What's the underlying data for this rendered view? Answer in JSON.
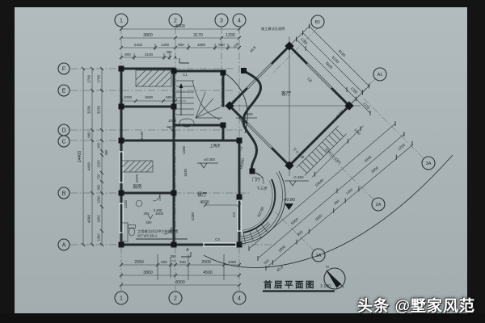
{
  "frame": {
    "watermark_prefix": "头条",
    "watermark_handle": "@墅家风范"
  },
  "title": {
    "text": "首层平面图",
    "scale": "1:100"
  },
  "north": {
    "label": "N"
  },
  "grid": {
    "top": [
      "1",
      "2",
      "3",
      "4"
    ],
    "bottom": [
      "1",
      "2",
      "4"
    ],
    "left": [
      "F",
      "E",
      "D",
      "C",
      "B",
      "A"
    ],
    "diag_top": [
      "B1",
      "A1"
    ],
    "diag_bottom": [
      "1A",
      "2A",
      "3A"
    ]
  },
  "dims": {
    "top": {
      "total": "8300",
      "row2": [
        "3800",
        "3170",
        "1330"
      ],
      "row3": [
        "2400",
        "1400",
        "900",
        "1880",
        "900",
        "430"
      ],
      "row4": [
        "900",
        "2100",
        "390"
      ]
    },
    "bottom": {
      "row1": [
        "2550",
        "900",
        "940",
        "2500",
        "1060"
      ],
      "small": "350",
      "row2": [
        "3800",
        "4500"
      ],
      "total": "8300"
    },
    "left": {
      "total": "14400",
      "mid": [
        "1700",
        "3330",
        "860",
        "4430",
        "4080"
      ],
      "inner": [
        "1700",
        "3330",
        "900",
        "350",
        "1500",
        "720",
        "960",
        "1090",
        "1900",
        "1090"
      ]
    },
    "diag_tr": {
      "inner": [
        "1280",
        "5600",
        "1280"
      ],
      "mid": "6160",
      "outer": "8160",
      "extra": "1220"
    },
    "diag_br": {
      "inner": [
        "500",
        "1800",
        "900",
        "1800",
        "880",
        "1000",
        "2800",
        "1200"
      ],
      "mid": [
        "5900",
        "4940"
      ],
      "total": "10840"
    },
    "stair": {
      "run": "300X11=3300",
      "extra": "1540"
    },
    "interior": {
      "r1": [
        "1000",
        "1900",
        "900"
      ],
      "v1": "4130",
      "v2": "2970",
      "v3": "1200",
      "v4": "1400",
      "v5": "1630",
      "v6": "4280",
      "door": "1000",
      "closet": [
        "300",
        "1500",
        "500"
      ],
      "dining_w": "4500"
    }
  },
  "levels": {
    "l1": "0.300",
    "l2": "±0.000",
    "l3": "-0.450",
    "l4": "0.400",
    "l5": "-3.200",
    "site": "49.80"
  },
  "rooms": {
    "living": "客厅",
    "dining": "餐厅",
    "kitchen": "厨房",
    "foyer": "门厅"
  },
  "stairs_notes": {
    "up2": "上两步",
    "down3": "下三步",
    "down12": "下十二步"
  },
  "radii": {
    "r1": "R5604",
    "r2": "R2780",
    "r3": "R6300"
  },
  "angle": {
    "a1": "45.8",
    "a2": "45.8"
  },
  "tags": {
    "c1": "C1",
    "c3": "C3",
    "c4": "C4",
    "c5": "C5",
    "c8": "C8",
    "section": "A",
    "section2": "A"
  },
  "notes": {
    "spec_line1": "工程做法详见甲方装修配置",
    "spec_line2": "W7.W3-3B-A",
    "top_small": "施工做法见说明"
  },
  "colors": {
    "canvas": "#aab4b6",
    "frame": "#121212",
    "ink": "#242c30",
    "watermark": "#ffffff"
  }
}
